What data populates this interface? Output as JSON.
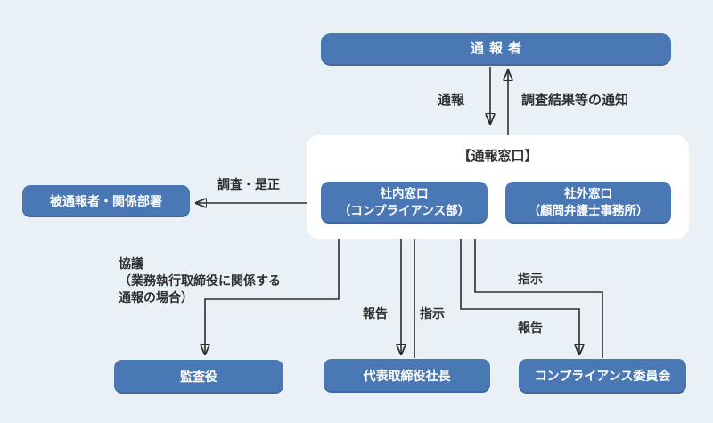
{
  "colors": {
    "background": "#e9f1f6",
    "box_blue": "#4a78b4",
    "panel_white": "#ffffff",
    "line_ink": "#2e2e2e",
    "box_text": "#ffffff"
  },
  "nodes": {
    "reporter": "通報者",
    "hotline_title": "【通報窓口】",
    "internal_desk_line1": "社内窓口",
    "internal_desk_line2": "（コンプライアンス部）",
    "external_desk_line1": "社外窓口",
    "external_desk_line2": "（顧問弁護士事務所）",
    "reported_party": "被通報者・関係部署",
    "auditor": "監査役",
    "president": "代表取締役社長",
    "committee": "コンプライアンス委員会"
  },
  "edges": {
    "report": "通報",
    "result_notice": "調査結果等の通知",
    "investigate_correct": "調査・是正",
    "consult_line1": "協議",
    "consult_line2": "（業務執行取締役に関係する",
    "consult_line3": "通報の場合）",
    "report_to_president": "報告",
    "instruction_from_president": "指示",
    "instruction_from_committee": "指示",
    "report_to_committee": "報告"
  }
}
